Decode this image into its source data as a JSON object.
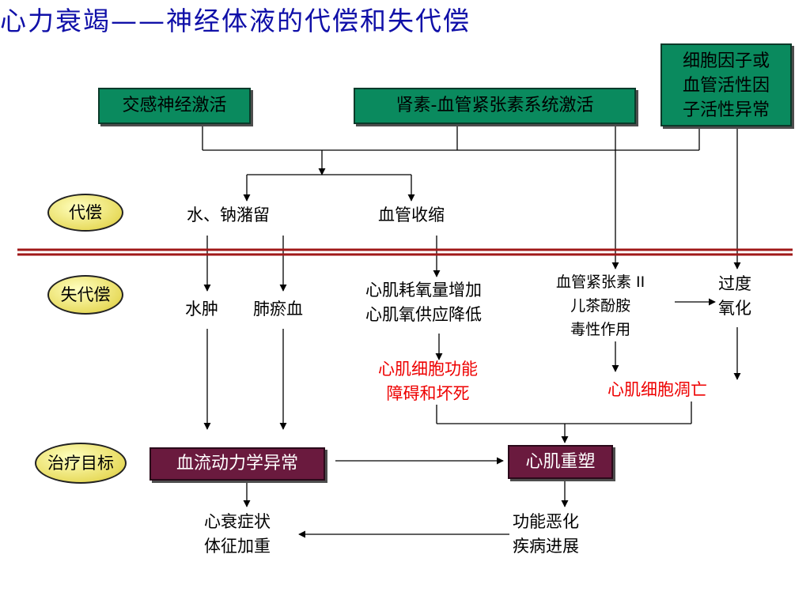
{
  "title": "心力衰竭——神经体液的代偿和失代偿",
  "boxes": {
    "sympathetic": "交感神经激活",
    "raas": "肾素-血管紧张素系统激活",
    "cytokine": [
      "细胞因子或",
      "血管活性因",
      "子活性异常"
    ],
    "hemodynamic": "血流动力学异常",
    "remodeling": "心肌重塑"
  },
  "labels": {
    "compensation": "代偿",
    "decompensation": "失代偿",
    "therapy_target": "治疗目标"
  },
  "nodes": {
    "water_sodium": "水、钠潴留",
    "vasoconstriction": "血管收缩",
    "edema": "水肿",
    "pulmonary_congestion": "肺瘀血",
    "oxygen_demand": [
      "心肌耗氧量增加",
      "心肌氧供应降低"
    ],
    "toxicity": [
      "血管紧张素 II",
      "儿茶酚胺",
      "毒性作用"
    ],
    "oxidation": [
      "过度",
      "氧化"
    ],
    "cell_dysfunction": [
      "心肌细胞功能",
      "障碍和坏死"
    ],
    "cell_apoptosis": "心肌细胞凋亡",
    "symptoms": [
      "心衰症状",
      "体征加重"
    ],
    "deterioration": [
      "功能恶化",
      "疾病进展"
    ]
  },
  "colors": {
    "title": "#1010a8",
    "green_box": "#0a8a5e",
    "purple_box": "#6a1a3e",
    "highlight_text": "#ee0000",
    "divider": "#a01818"
  }
}
